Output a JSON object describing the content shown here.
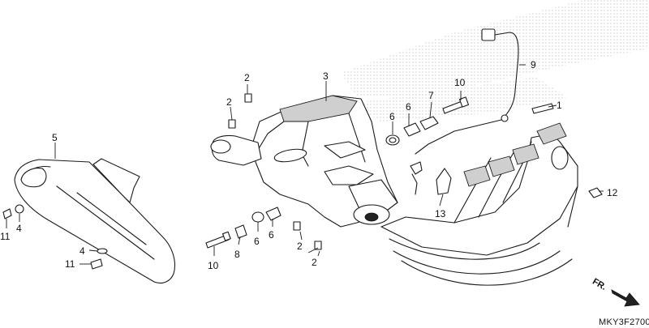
{
  "diagram": {
    "drawing_code": "MKY3F2700",
    "direction_label": "FR.",
    "callouts": {
      "c1": "1",
      "c2a": "2",
      "c2b": "2",
      "c2c": "2",
      "c2d": "2",
      "c3": "3",
      "c4a": "4",
      "c4b": "4",
      "c5": "5",
      "c6a": "6",
      "c6b": "6",
      "c6c": "6",
      "c6d": "6",
      "c7": "7",
      "c8": "8",
      "c9": "9",
      "c10a": "10",
      "c10b": "10",
      "c11a": "11",
      "c11b": "11",
      "c12": "12",
      "c13": "13"
    }
  }
}
